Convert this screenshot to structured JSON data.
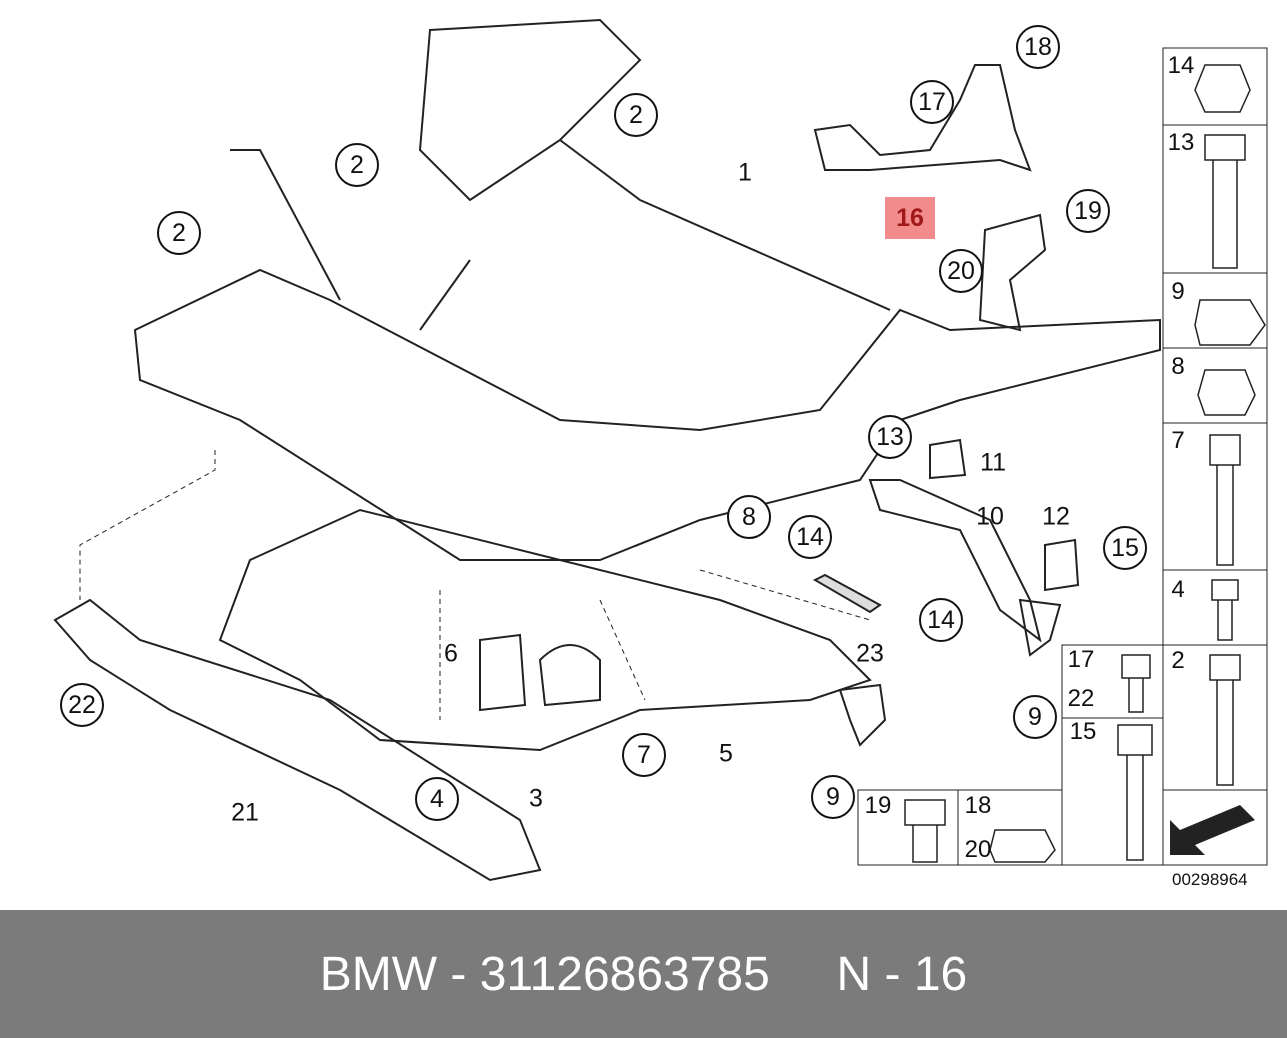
{
  "diagram": {
    "circled_callouts": [
      "2",
      "2",
      "2",
      "17",
      "18",
      "19",
      "20",
      "13",
      "8",
      "14",
      "15",
      "14",
      "9",
      "7",
      "4",
      "22",
      "9"
    ],
    "plain_callouts": [
      "1",
      "11",
      "10",
      "12",
      "23",
      "6",
      "5",
      "3",
      "21"
    ],
    "highlighted_callout": "16",
    "highlight_color": "#f28b8b",
    "drawing_code": "00298964"
  },
  "fastener_table": {
    "right_column": [
      "14",
      "13",
      "9",
      "8",
      "7",
      "4",
      "2"
    ],
    "middle_column": [
      [
        "17",
        "22"
      ],
      [
        "15"
      ]
    ],
    "bottom_row": [
      [
        "19"
      ],
      [
        "18",
        "20"
      ]
    ]
  },
  "footer": {
    "brand": "BMW",
    "part_number": "31126863785",
    "position": "N - 16"
  }
}
